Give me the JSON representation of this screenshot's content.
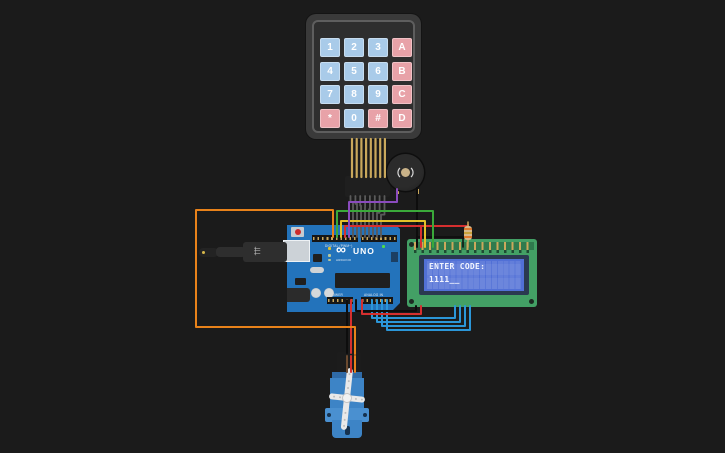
{
  "canvas": {
    "background": "#1b1b1b"
  },
  "keypad": {
    "rows": [
      [
        "1",
        "2",
        "3",
        "A"
      ],
      [
        "4",
        "5",
        "6",
        "B"
      ],
      [
        "7",
        "8",
        "9",
        "C"
      ],
      [
        "*",
        "0",
        "#",
        "D"
      ]
    ],
    "digit_key_color": "#a9cbe9",
    "letter_key_color": "#e8a2a8"
  },
  "arduino": {
    "board_name": "UNO",
    "brand": "ARDUINO",
    "logo_glyph": "∞",
    "labels": {
      "digital": "DIGITAL (PWM~)",
      "power": "POWER",
      "analog": "ANALOG IN"
    },
    "board_color": "#2373bb"
  },
  "lcd": {
    "line1": "ENTER CODE:",
    "line2": "1111__",
    "screen_color": "#5170d6",
    "board_color": "#43a065"
  },
  "usb": {
    "icon": "⬱"
  },
  "wire_colors": {
    "red": "#d62f2f",
    "black": "#0d0d0d",
    "orange": "#e8821a",
    "yellow": "#e3c229",
    "green": "#3aa93a",
    "purple": "#8a4bbd",
    "blue": "#2b96d8",
    "gray": "#5a5a5a",
    "gold": "#c9a85c"
  }
}
